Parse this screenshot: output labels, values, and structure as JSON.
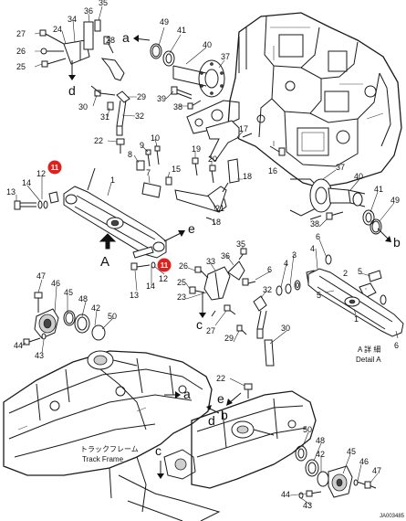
{
  "callouts": [
    {
      "id": "c35a",
      "text": "35"
    },
    {
      "id": "c36a",
      "text": "36"
    },
    {
      "id": "c34",
      "text": "34"
    },
    {
      "id": "c27a",
      "text": "27"
    },
    {
      "id": "c24",
      "text": "24"
    },
    {
      "id": "c28",
      "text": "28"
    },
    {
      "id": "c26a",
      "text": "26"
    },
    {
      "id": "c25a",
      "text": "25"
    },
    {
      "id": "c49a",
      "text": "49"
    },
    {
      "id": "c41a",
      "text": "41"
    },
    {
      "id": "c40a",
      "text": "40"
    },
    {
      "id": "c37a",
      "text": "37"
    },
    {
      "id": "c29a",
      "text": "29"
    },
    {
      "id": "c39",
      "text": "39"
    },
    {
      "id": "c38a",
      "text": "38"
    },
    {
      "id": "c30a",
      "text": "30"
    },
    {
      "id": "c31",
      "text": "31"
    },
    {
      "id": "c32a",
      "text": "32"
    },
    {
      "id": "c22a",
      "text": "22"
    },
    {
      "id": "c9",
      "text": "9"
    },
    {
      "id": "c10",
      "text": "10"
    },
    {
      "id": "c8",
      "text": "8"
    },
    {
      "id": "c19",
      "text": "19"
    },
    {
      "id": "c20",
      "text": "20"
    },
    {
      "id": "c17",
      "text": "17"
    },
    {
      "id": "c16",
      "text": "16"
    },
    {
      "id": "c37b",
      "text": "37"
    },
    {
      "id": "c15",
      "text": "15"
    },
    {
      "id": "c18a",
      "text": "18"
    },
    {
      "id": "c12a",
      "text": "12"
    },
    {
      "id": "c14a",
      "text": "14"
    },
    {
      "id": "c13a",
      "text": "13"
    },
    {
      "id": "c1a",
      "text": "1"
    },
    {
      "id": "c7",
      "text": "7"
    },
    {
      "id": "c21",
      "text": "21"
    },
    {
      "id": "c18b",
      "text": "18"
    },
    {
      "id": "c40b",
      "text": "40"
    },
    {
      "id": "c41b",
      "text": "41"
    },
    {
      "id": "c49b",
      "text": "49"
    },
    {
      "id": "c38b",
      "text": "38"
    },
    {
      "id": "c36b",
      "text": "36"
    },
    {
      "id": "c35b",
      "text": "35"
    },
    {
      "id": "c26b",
      "text": "26"
    },
    {
      "id": "c33",
      "text": "33"
    },
    {
      "id": "c25b",
      "text": "25"
    },
    {
      "id": "c23",
      "text": "23"
    },
    {
      "id": "c6a",
      "text": "6"
    },
    {
      "id": "c4a",
      "text": "4"
    },
    {
      "id": "c3",
      "text": "3"
    },
    {
      "id": "c6b",
      "text": "6"
    },
    {
      "id": "c2",
      "text": "2"
    },
    {
      "id": "c5a",
      "text": "5"
    },
    {
      "id": "c4b",
      "text": "4"
    },
    {
      "id": "c5b",
      "text": "5"
    },
    {
      "id": "c1b",
      "text": "1"
    },
    {
      "id": "c6c",
      "text": "6"
    },
    {
      "id": "c14b",
      "text": "14"
    },
    {
      "id": "c13b",
      "text": "13"
    },
    {
      "id": "c12b",
      "text": "12"
    },
    {
      "id": "c27b",
      "text": "27"
    },
    {
      "id": "c32b",
      "text": "32"
    },
    {
      "id": "c29b",
      "text": "29"
    },
    {
      "id": "c30b",
      "text": "30"
    },
    {
      "id": "c47a",
      "text": "47"
    },
    {
      "id": "c46a",
      "text": "46"
    },
    {
      "id": "c45a",
      "text": "45"
    },
    {
      "id": "c48a",
      "text": "48"
    },
    {
      "id": "c42a",
      "text": "42"
    },
    {
      "id": "c50a",
      "text": "50"
    },
    {
      "id": "c44a",
      "text": "44"
    },
    {
      "id": "c43a",
      "text": "43"
    },
    {
      "id": "c22b",
      "text": "22"
    },
    {
      "id": "c50b",
      "text": "50"
    },
    {
      "id": "c48b",
      "text": "48"
    },
    {
      "id": "c42b",
      "text": "42"
    },
    {
      "id": "c45b",
      "text": "45"
    },
    {
      "id": "c46b",
      "text": "46"
    },
    {
      "id": "c47b",
      "text": "47"
    },
    {
      "id": "c44b",
      "text": "44"
    },
    {
      "id": "c43b",
      "text": "43"
    }
  ],
  "highlights": [
    {
      "id": "h11a",
      "text": "11"
    },
    {
      "id": "h11b",
      "text": "11"
    }
  ],
  "letters": [
    {
      "id": "la1",
      "text": "a"
    },
    {
      "id": "ld1",
      "text": "d"
    },
    {
      "id": "le1",
      "text": "e"
    },
    {
      "id": "lb1",
      "text": "b"
    },
    {
      "id": "lc1",
      "text": "c"
    },
    {
      "id": "le2",
      "text": "e"
    },
    {
      "id": "la2",
      "text": "a"
    },
    {
      "id": "lb2",
      "text": "b"
    },
    {
      "id": "ld2",
      "text": "d"
    },
    {
      "id": "lc2",
      "text": "c"
    }
  ],
  "view_label": "A",
  "detail": {
    "jp": "A 詳 細",
    "en": "Detail A"
  },
  "track_frame": {
    "jp": "トラックフレーム",
    "en": "Track Frame"
  },
  "drawing_code": "JA003485"
}
